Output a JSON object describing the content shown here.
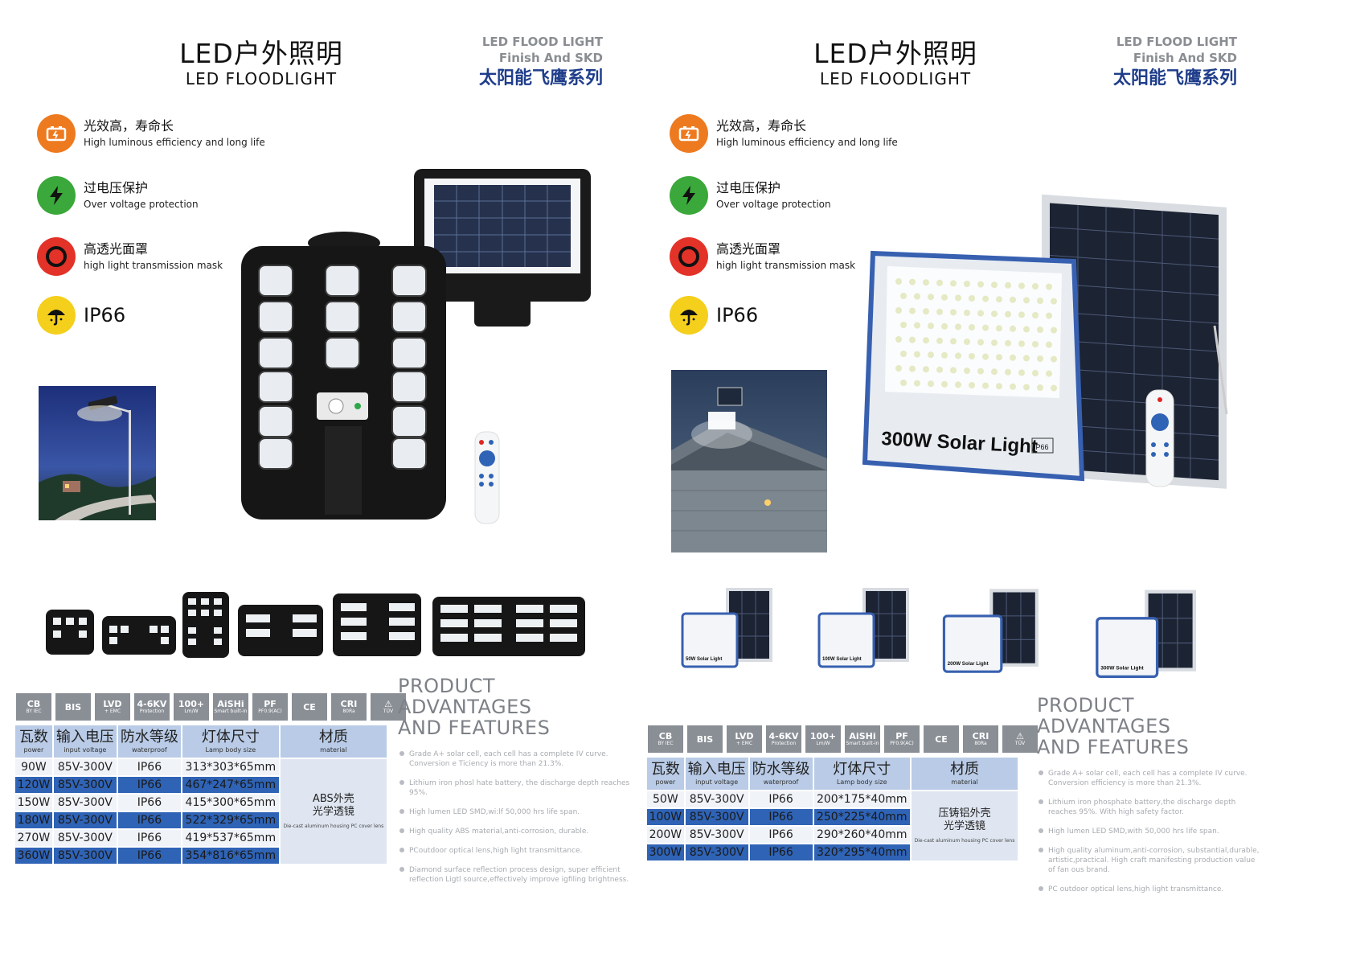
{
  "left": {
    "title_cn": "LED户外照明",
    "title_en": "LED FLOODLIGHT",
    "brand_line1": "LED FLOOD LIGHT",
    "brand_line2": "Finish And SKD",
    "brand_series": "太阳能飞鹰系列",
    "features": [
      {
        "cn": "光效高，寿命长",
        "en": "High luminous efficiency and long life",
        "icon": "battery-icon",
        "color": "#ee7a1f"
      },
      {
        "cn": "过电压保护",
        "en": "Over voltage protection",
        "icon": "lightning-icon",
        "color": "#3aa83a"
      },
      {
        "cn": "高透光面罩",
        "en": "high light transmission mask",
        "icon": "ring-icon",
        "color": "#e33228"
      },
      {
        "cn": "IP66",
        "en": "",
        "icon": "umbrella-icon",
        "color": "#f4cf1c"
      }
    ],
    "certs": [
      {
        "t": "CB",
        "s": "BY IEC"
      },
      {
        "t": "BIS",
        "s": ""
      },
      {
        "t": "LVD",
        "s": "+ EMC"
      },
      {
        "t": "4-6KV",
        "s": "Protection"
      },
      {
        "t": "100+",
        "s": "Lm/W"
      },
      {
        "t": "AiSHi",
        "s": "Smart built-in"
      },
      {
        "t": "PF",
        "s": "PF0.9(AC)"
      },
      {
        "t": "CE",
        "s": ""
      },
      {
        "t": "CRI",
        "s": "80Ra"
      },
      {
        "t": "⚠",
        "s": "TÜV"
      }
    ],
    "table": {
      "headers": [
        {
          "cn": "瓦数",
          "en": "power"
        },
        {
          "cn": "输入电压",
          "en": "input voltage"
        },
        {
          "cn": "防水等级",
          "en": "waterproof"
        },
        {
          "cn": "灯体尺寸",
          "en": "Lamp body size"
        },
        {
          "cn": "材质",
          "en": "material"
        }
      ],
      "rows": [
        [
          "90W",
          "85V-300V",
          "IP66",
          "313*303*65mm"
        ],
        [
          "120W",
          "85V-300V",
          "IP66",
          "467*247*65mm"
        ],
        [
          "150W",
          "85V-300V",
          "IP66",
          "415*300*65mm"
        ],
        [
          "180W",
          "85V-300V",
          "IP66",
          "522*329*65mm"
        ],
        [
          "270W",
          "85V-300V",
          "IP66",
          "419*537*65mm"
        ],
        [
          "360W",
          "85V-300V",
          "IP66",
          "354*816*65mm"
        ]
      ],
      "material_cn": "ABS外壳\n光学透镜",
      "material_en": "Die-cast aluminum housing PC cover lens"
    },
    "adv_title1": "PRODUCT ADVANTAGES",
    "adv_title2": "AND FEATURES",
    "adv_items": [
      "Grade A+ solar cell, each cell has a complete IV curve. Conversion e Ticiency is more than 21.3%.",
      "Lithium iron phosl hate battery, the discharge depth reaches 95%.",
      "High lumen LED SMD,wi:lf 50,000 hrs life span.",
      "High quality ABS material,anti-corrosion, durable.",
      "PCoutdoor optical lens,high light transmittance.",
      "Diamond surface reflection process design, super efficient reflection Ligtl source,effectively improve igfiling brightness."
    ]
  },
  "right": {
    "title_cn": "LED户外照明",
    "title_en": "LED FLOODLIGHT",
    "brand_line1": "LED FLOOD LIGHT",
    "brand_line2": "Finish And SKD",
    "brand_series": "太阳能飞鹰系列",
    "features": [
      {
        "cn": "光效高，寿命长",
        "en": "High luminous efficiency and long life",
        "icon": "battery-icon",
        "color": "#ee7a1f"
      },
      {
        "cn": "过电压保护",
        "en": "Over voltage protection",
        "icon": "lightning-icon",
        "color": "#3aa83a"
      },
      {
        "cn": "高透光面罩",
        "en": "high light transmission mask",
        "icon": "ring-icon",
        "color": "#e33228"
      },
      {
        "cn": "IP66",
        "en": "",
        "icon": "umbrella-icon",
        "color": "#f4cf1c"
      }
    ],
    "product_label": "300W  Solar Light",
    "product_badge": "IP66",
    "thumb_labels": [
      "50W Solar Light",
      "100W Solar Light",
      "200W Solar Light",
      "300W Solar Light"
    ],
    "certs": [
      {
        "t": "CB",
        "s": "BY IEC"
      },
      {
        "t": "BIS",
        "s": ""
      },
      {
        "t": "LVD",
        "s": "+ EMC"
      },
      {
        "t": "4-6KV",
        "s": "Protection"
      },
      {
        "t": "100+",
        "s": "Lm/W"
      },
      {
        "t": "AiSHi",
        "s": "Smart built-in"
      },
      {
        "t": "PF",
        "s": "PF0.9(AC)"
      },
      {
        "t": "CE",
        "s": ""
      },
      {
        "t": "CRI",
        "s": "80Ra"
      },
      {
        "t": "⚠",
        "s": "TÜV"
      }
    ],
    "table": {
      "headers": [
        {
          "cn": "瓦数",
          "en": "power"
        },
        {
          "cn": "输入电压",
          "en": "input voltage"
        },
        {
          "cn": "防水等级",
          "en": "waterproof"
        },
        {
          "cn": "灯体尺寸",
          "en": "Lamp body size"
        },
        {
          "cn": "材质",
          "en": "material"
        }
      ],
      "rows": [
        [
          "50W",
          "85V-300V",
          "IP66",
          "200*175*40mm"
        ],
        [
          "100W",
          "85V-300V",
          "IP66",
          "250*225*40mm"
        ],
        [
          "200W",
          "85V-300V",
          "IP66",
          "290*260*40mm"
        ],
        [
          "300W",
          "85V-300V",
          "IP66",
          "320*295*40mm"
        ]
      ],
      "material_cn": "压铸铝外壳\n光学透镜",
      "material_en": "Die-cast aluminum housing PC cover lens"
    },
    "adv_title1": "PRODUCT ADVANTAGES",
    "adv_title2": "AND FEATURES",
    "adv_items": [
      "Grade A+ solar cell, each cell has a complete IV curve. Conversion efficiency is more than 21.3%.",
      "Lithium iron phosphate battery,the discharge depth reaches 95%. With high safety factor.",
      "High lumen LED SMD,with 50,000 hrs life span.",
      "High quality aluminum,anti-corrosion, substantial,durable, artistic,practical. High craft manifesting production value of fan ous brand.",
      "PC outdoor optical lens,high light transmittance."
    ]
  }
}
